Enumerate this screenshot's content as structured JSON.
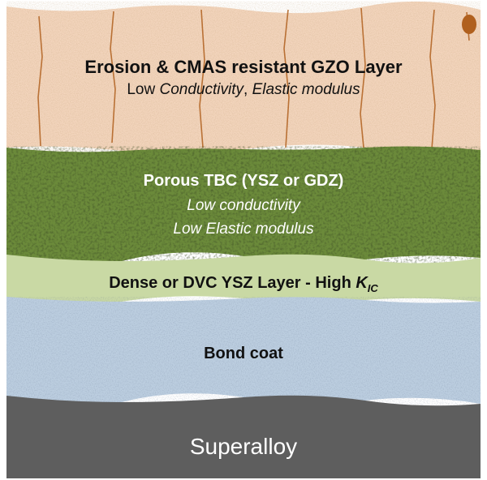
{
  "layers": [
    {
      "id": "gzo",
      "title": "Erosion & CMAS resistant GZO Layer",
      "line2_a": "Low ",
      "line2_b": "Conductivity",
      "line2_c": ", ",
      "line2_d": "Elastic modulus"
    },
    {
      "id": "porous",
      "title": "Porous TBC (YSZ or GDZ)",
      "line2": "Low conductivity",
      "line3": "Low Elastic modulus"
    },
    {
      "id": "dense",
      "title": "Dense or DVC YSZ Layer - High ",
      "symbol": "K",
      "subscript": "IC"
    },
    {
      "id": "bond",
      "title": "Bond coat"
    },
    {
      "id": "substrate",
      "title": "Superalloy"
    }
  ],
  "colors": {
    "gzo": "#f3d5bd",
    "porous": "#6b8a3a",
    "dense": "#c9d9a4",
    "bond": "#bccee0",
    "substrate": "#5e5e5e",
    "crack": "#b0601e"
  }
}
